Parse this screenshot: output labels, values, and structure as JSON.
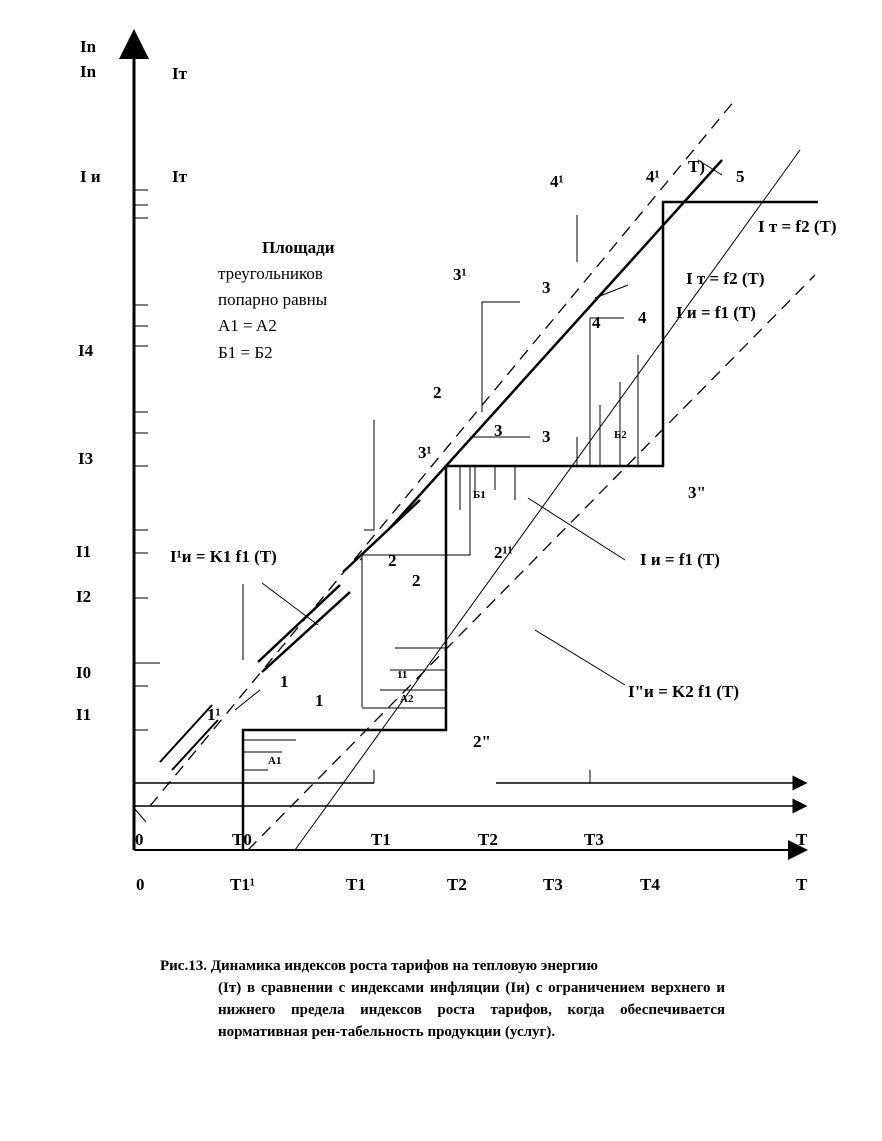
{
  "figure": {
    "y_axis_labels": [
      "In",
      "In",
      "Iт",
      "I и",
      "Iт",
      "I4",
      "I3",
      "I1",
      "I2",
      "I0",
      "I1"
    ],
    "x_axis_row1": [
      "0",
      "T0",
      "T1",
      "T2",
      "T3",
      "T"
    ],
    "x_axis_row2": [
      "0",
      "T1¹",
      "T1",
      "T2",
      "T3",
      "T4",
      "T"
    ],
    "note": [
      "Площади",
      "треугольников",
      "попарно равны",
      "A1 = A2",
      "Б1 = Б2"
    ],
    "curve_labels": {
      "it_f2_top": "I т = f2 (T)",
      "it_f2": "I т = f2 (T)",
      "ii_f1_top": "I и = f1 (T)",
      "ii_f1": "I и = f1 (T)",
      "ii_k1": "I¹и = K1 f1 (T)",
      "ii_k2": "I\"и = K2 f1 (T)"
    },
    "region_labels": {
      "A1": "A1",
      "A2": "A2",
      "B1": "Б1",
      "B2": "Б2",
      "n1": "1",
      "n1a": "1",
      "n1p": "1¹",
      "n11": "11",
      "n2a": "2",
      "n2b": "2",
      "n2c": "2",
      "n2p": "2¹¹",
      "n2pp": "2\"",
      "n3a": "3",
      "n3b": "3",
      "n3c": "3",
      "n3p": "3¹",
      "n3pp": "3¹",
      "n3dd": "3\"",
      "n4a": "4",
      "n4b": "4",
      "n4p": "4¹",
      "n4pp": "4¹",
      "n5": "5",
      "tparen": "T)"
    }
  },
  "caption": {
    "head": "Рис.13. Динамика индексов роста тарифов на тепловую энергию",
    "body": "(Iт) в сравнении с индексами инфляции (Iи) с ограничением верхнего и нижнего предела индексов роста тарифов, когда обеспечивается нормативная рен-табельность продукции (услуг)."
  }
}
